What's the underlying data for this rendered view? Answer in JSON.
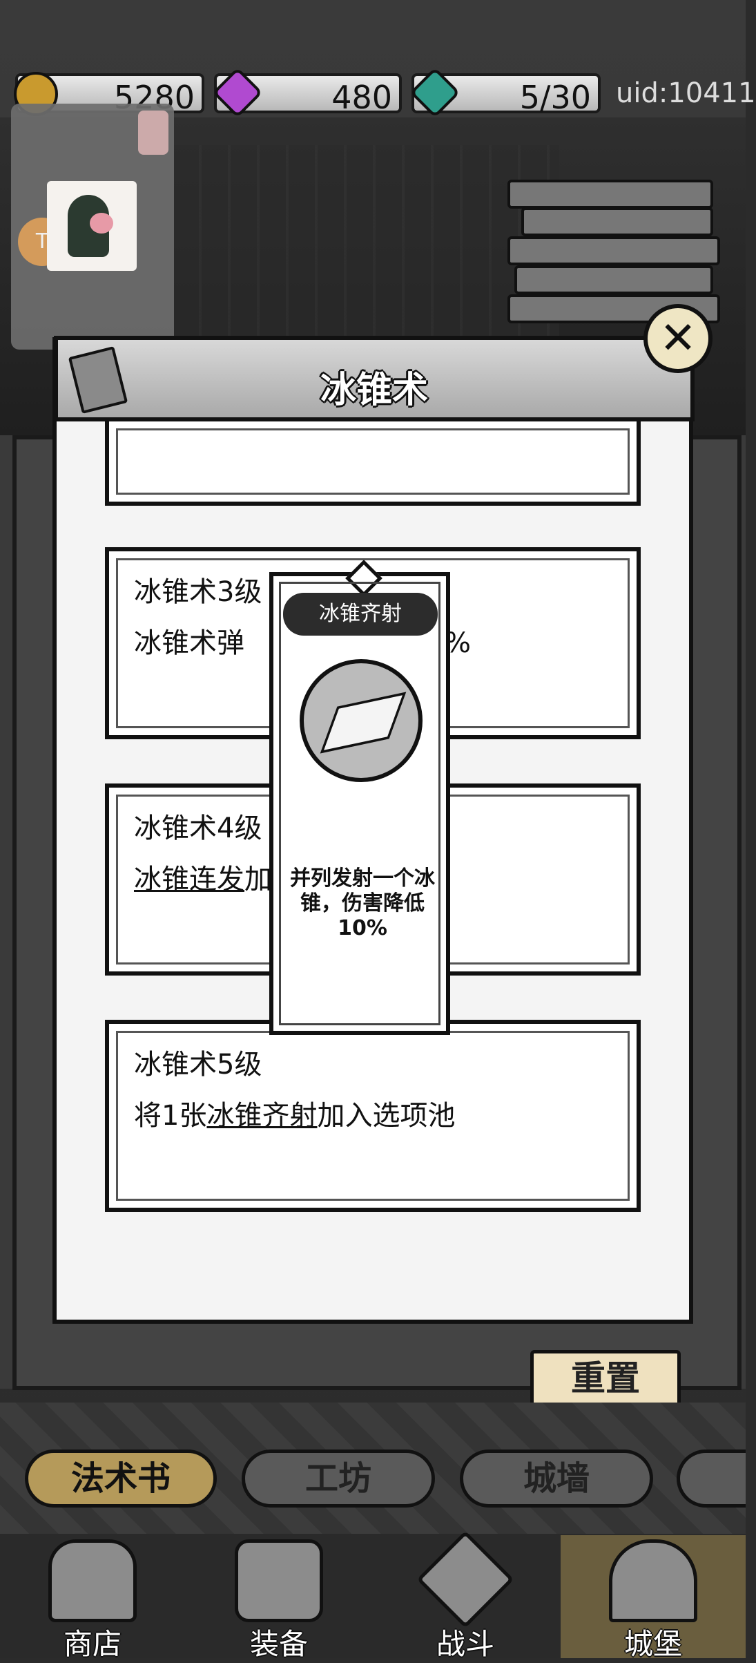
{
  "resources": {
    "gold": "5280",
    "gems": "480",
    "energy": "5/30",
    "uid": "uid:10411"
  },
  "modal": {
    "title": "冰锥术"
  },
  "levels": [
    {
      "level": "冰锥术3级",
      "desc_pre": "冰锥术弹",
      "desc_hidden": "",
      "desc_post": "%"
    },
    {
      "level": "冰锥术4级",
      "desc_link": "冰锥连发",
      "desc_post": "加"
    },
    {
      "level": "冰锥术5级",
      "desc_pre": "将1张",
      "desc_link": "冰锥齐射",
      "desc_post": "加入选项池"
    }
  ],
  "popup": {
    "name": "冰锥齐射",
    "description": "并列发射一个冰锥，伤害降低10%"
  },
  "reset_label": "重置",
  "tabs": [
    "法术书",
    "工坊",
    "城墙"
  ],
  "nav": [
    "商店",
    "装备",
    "战斗",
    "城堡"
  ]
}
